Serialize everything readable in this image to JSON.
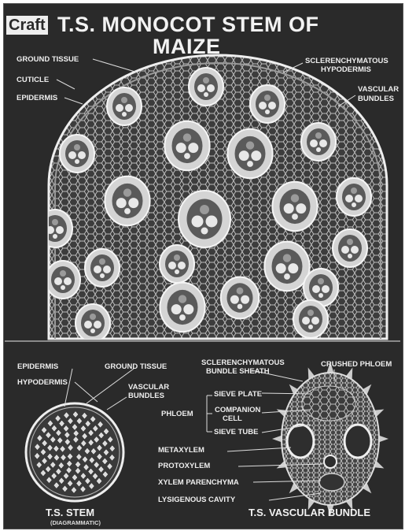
{
  "logo": "Craft",
  "title_line1": "T.S. MONOCOT STEM OF",
  "title_line2": "MAIZE",
  "top_labels": {
    "ground_tissue": "GROUND TISSUE",
    "cuticle": "CUTICLE",
    "epidermis": "EPIDERMIS",
    "sclerenchymatous_hypodermis_1": "SCLERENCHYMATOUS",
    "sclerenchymatous_hypodermis_2": "HYPODERMIS",
    "vascular_bundles_1": "VASCULAR",
    "vascular_bundles_2": "BUNDLES"
  },
  "stem_labels": {
    "epidermis": "EPIDERMIS",
    "ground_tissue": "GROUND TISSUE",
    "hypodermis": "HYPODERMIS",
    "vascular_bundles_1": "VASCULAR",
    "vascular_bundles_2": "BUNDLES",
    "caption": "T.S. STEM",
    "subcaption": "(DIAGRAMMATIC)"
  },
  "bundle_labels": {
    "sheath_1": "SCLERENCHYMATOUS",
    "sheath_2": "BUNDLE SHEATH",
    "crushed_phloem": "CRUSHED PHLOEM",
    "sieve_plate": "SIEVE PLATE",
    "phloem": "PHLOEM",
    "companion_cell_1": "COMPANION",
    "companion_cell_2": "CELL",
    "sieve_tube": "SIEVE TUBE",
    "metaxylem": "METAXYLEM",
    "protoxylem": "PROTOXYLEM",
    "xylem_parenchyma": "XYLEM PARENCHYMA",
    "lysigenous_cavity": "LYSIGENOUS CAVITY",
    "caption": "T.S. VASCULAR BUNDLE"
  },
  "colors": {
    "background": "#2a2a2a",
    "text": "#eeeeee",
    "tissue": "#c8c8c8",
    "cell_fill": "#3a3a3a"
  }
}
